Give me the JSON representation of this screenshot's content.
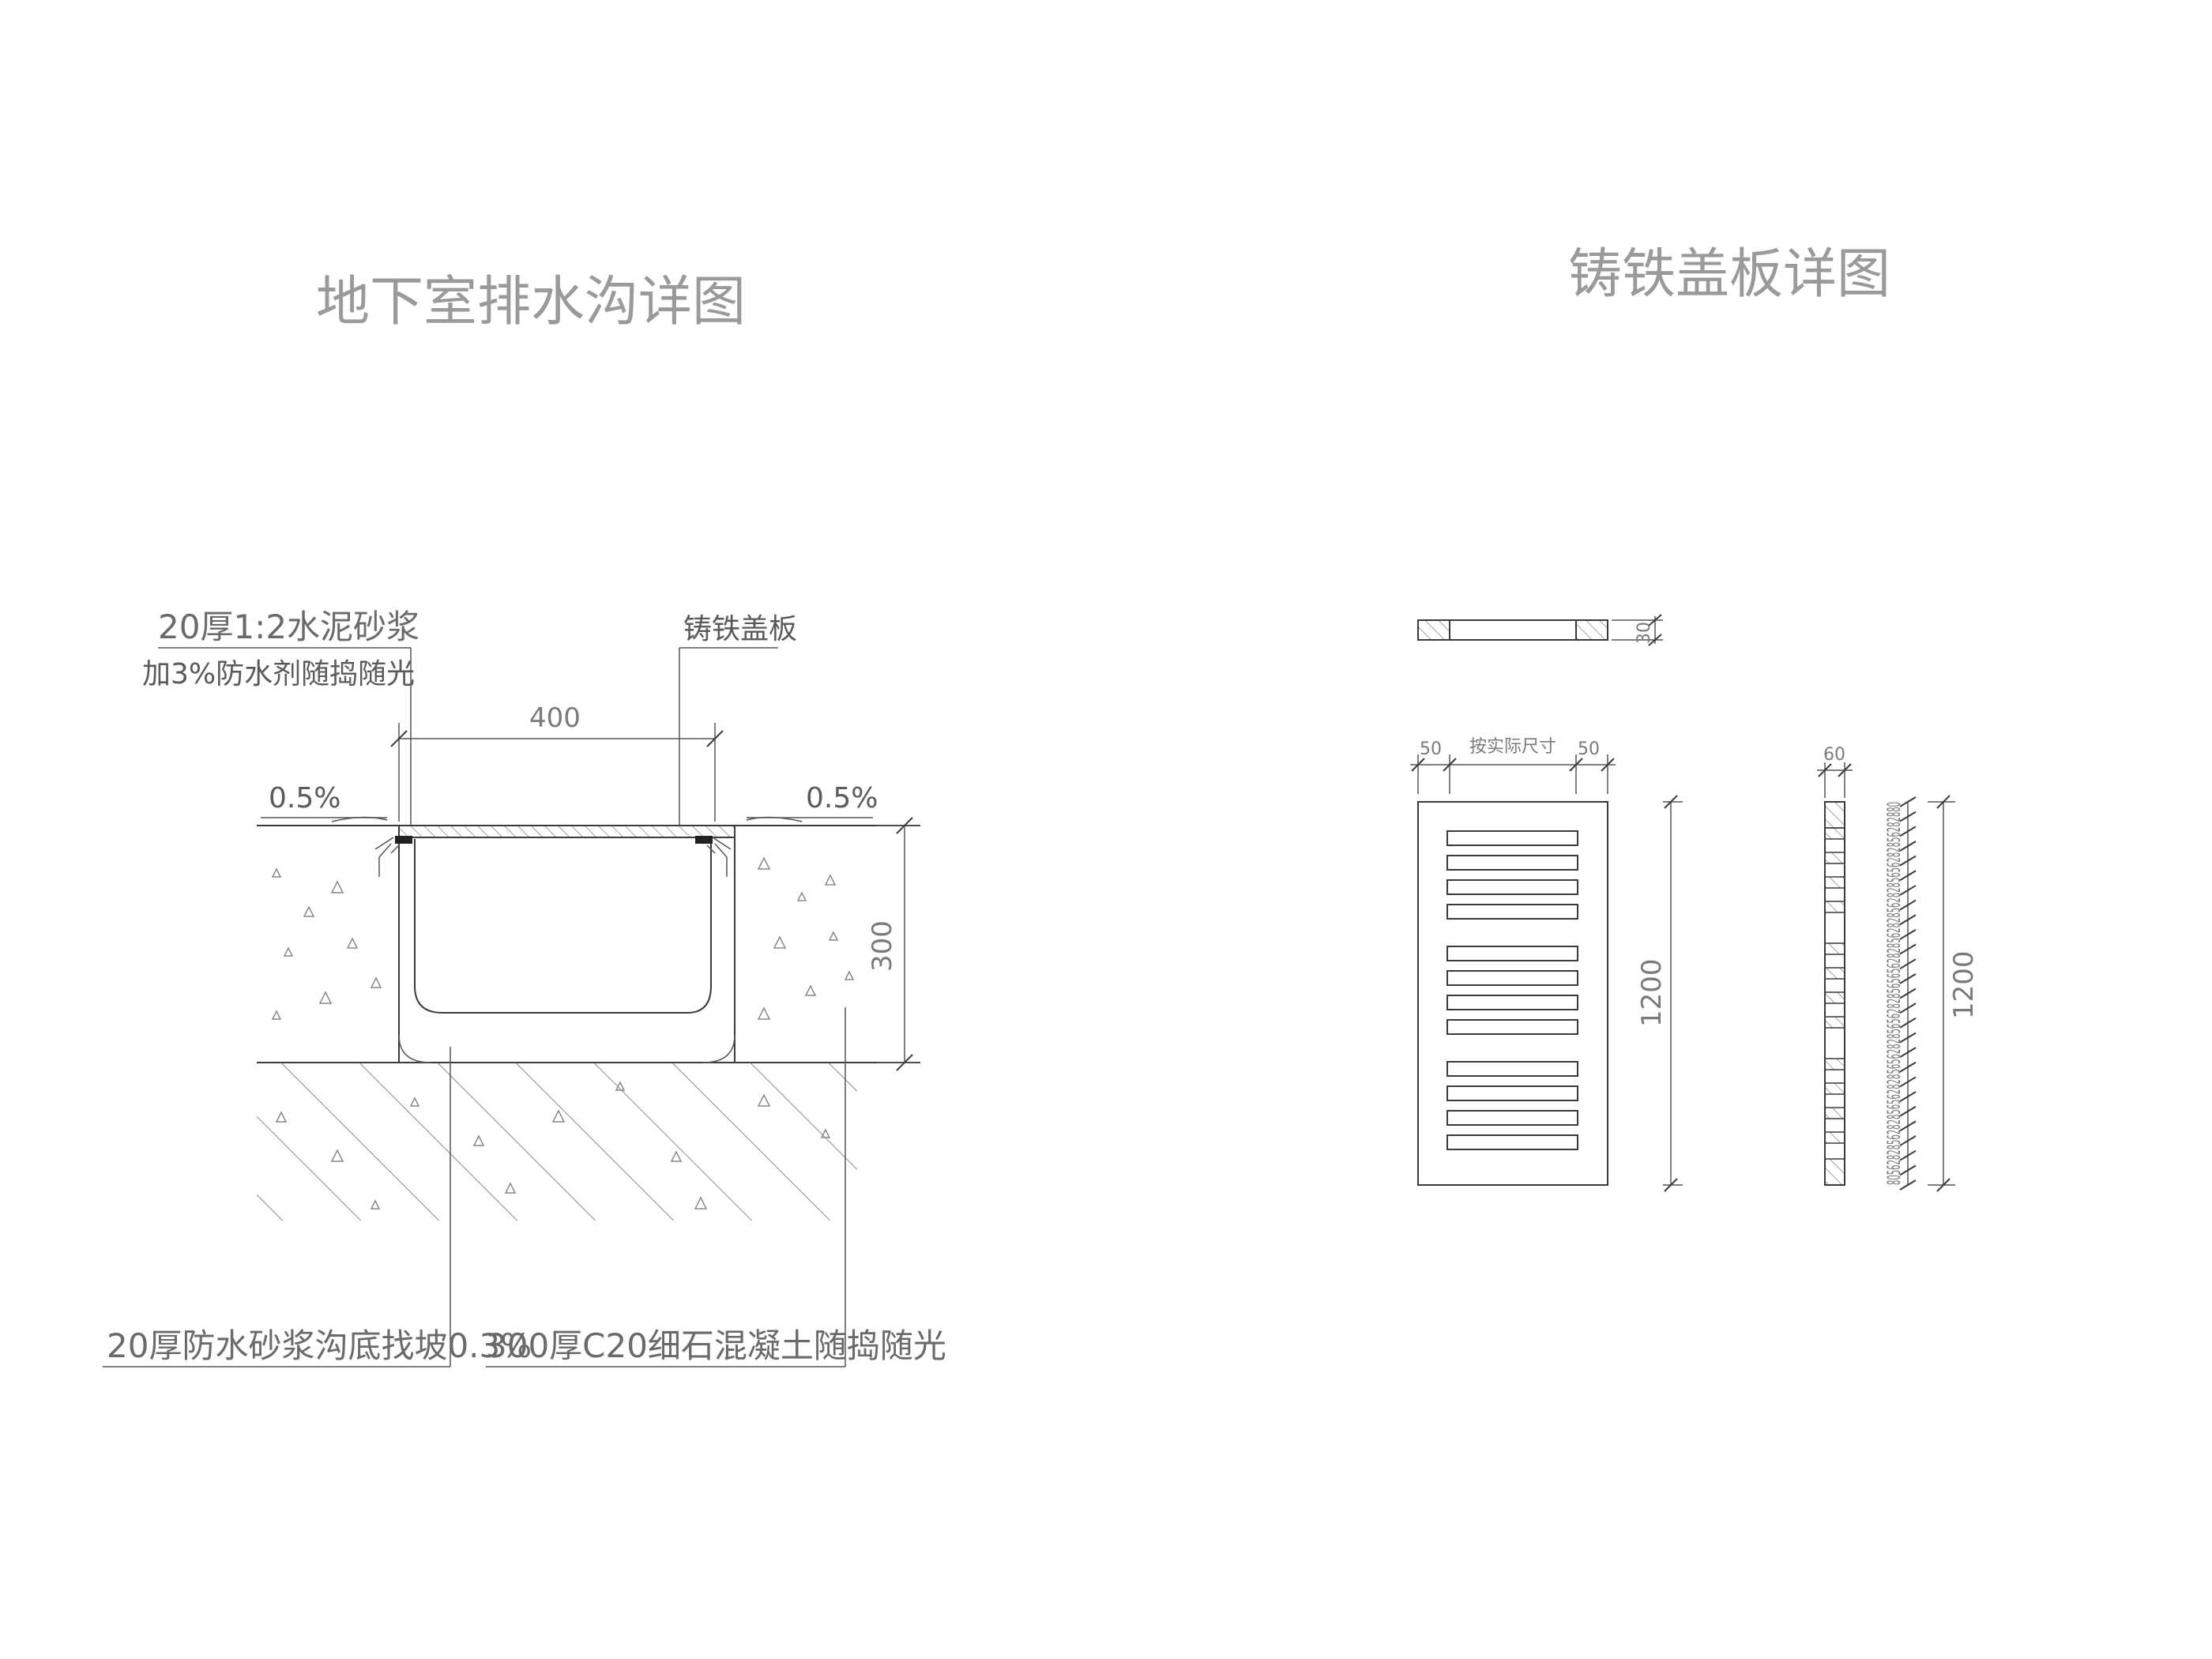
{
  "titles": {
    "trench_detail": "地下室排水沟详图",
    "cover_detail": "铸铁盖板详图"
  },
  "trench": {
    "label_mortar_line1": "20厚1:2水泥砂浆",
    "label_mortar_line2": "加3%防水剂随捣随光",
    "label_cover": "铸铁盖板",
    "dim_width": "400",
    "slope_left": "0.5%",
    "slope_right": "0.5%",
    "dim_depth": "300",
    "label_bottom_mortar": "20厚防水砂浆沟底找坡0.3%",
    "label_concrete": "300厚C20细石混凝土随捣随光"
  },
  "cover": {
    "dim_thickness": "30",
    "dim_side_left": "50",
    "dim_middle": "按实际尺寸",
    "dim_side_right": "50",
    "dim_length": "1200",
    "side_dim_width": "60",
    "side_dim_length": "1200",
    "side_dim_sequence": "8056282856282856562828565628285656282856565628285628285628285656282856282880"
  },
  "colors": {
    "line": "#3a3a3a",
    "title_text": "#9a9a9a",
    "label_text": "#5a5a5a"
  }
}
